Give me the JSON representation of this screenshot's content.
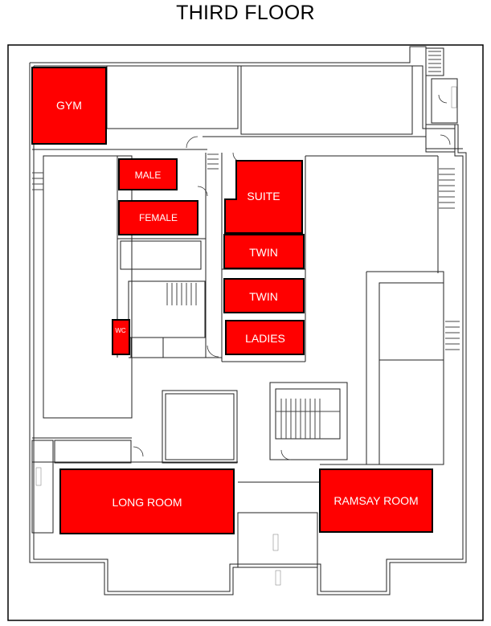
{
  "title": "THIRD FLOOR",
  "colors": {
    "room_fill": "#ff0000",
    "room_stroke": "#000000",
    "wall": "#222222",
    "label": "#ffffff"
  },
  "rooms": {
    "gym": "GYM",
    "male": "MALE",
    "female": "FEMALE",
    "suite": "SUITE",
    "twin_upper": "TWIN",
    "twin_lower": "TWIN",
    "ladies": "LADIES",
    "wc": "WC",
    "long_room": "LONG ROOM",
    "ramsay_room": "RAMSAY ROOM"
  }
}
